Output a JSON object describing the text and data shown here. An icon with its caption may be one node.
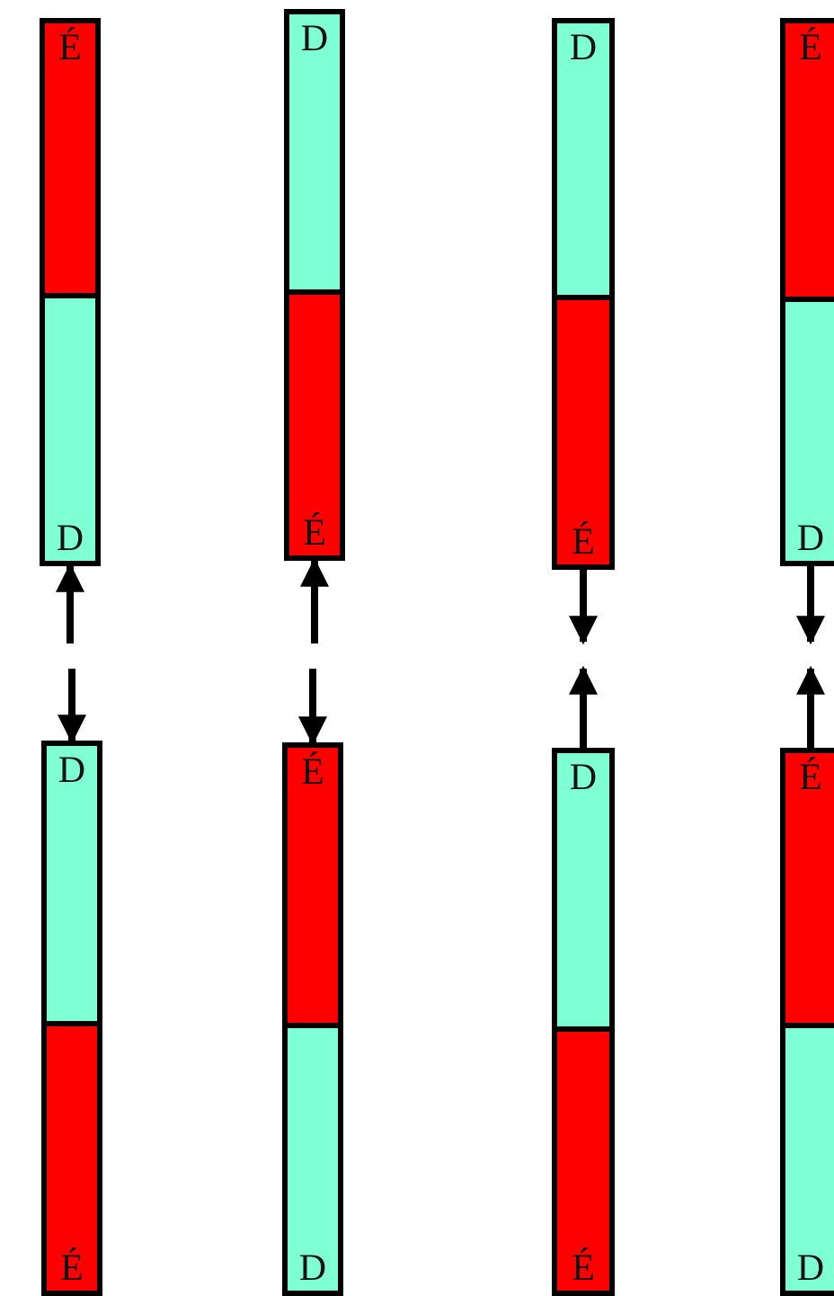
{
  "diagram": {
    "nodes": [
      {
        "text": [],
        "shape": "bar"
      },
      {
        "text": [
          "É"
        ],
        "in": 0
      },
      {
        "text": [
          "D"
        ],
        "in": 0
      },
      {
        "text": [],
        "shape": "bar"
      },
      {
        "text": [
          "D"
        ],
        "in": 3
      },
      {
        "text": [
          "É"
        ],
        "in": 3
      },
      {
        "text": [],
        "shape": "bar"
      },
      {
        "text": [
          "D"
        ],
        "in": 6
      },
      {
        "text": [
          "É"
        ],
        "in": 6
      },
      {
        "text": [],
        "shape": "bar"
      },
      {
        "text": [
          "É"
        ],
        "in": 9
      },
      {
        "text": [
          "D"
        ],
        "in": 9
      },
      {
        "text": [],
        "shape": "bar"
      },
      {
        "text": [
          "D"
        ],
        "in": 12
      },
      {
        "text": [
          "É"
        ],
        "in": 12
      },
      {
        "text": [],
        "shape": "bar"
      },
      {
        "text": [
          "É"
        ],
        "in": 15
      },
      {
        "text": [
          "D"
        ],
        "in": 15
      },
      {
        "text": [],
        "shape": "bar"
      },
      {
        "text": [
          "D"
        ],
        "in": 18
      },
      {
        "text": [
          "É"
        ],
        "in": 18
      },
      {
        "text": [],
        "shape": "bar"
      },
      {
        "text": [
          "É"
        ],
        "in": 21
      },
      {
        "text": [
          "D"
        ],
        "in": 21
      }
    ],
    "edges": [
      {
        "from": null,
        "to": 0,
        "arrow": "to"
      },
      {
        "from": null,
        "to": 12,
        "arrow": "to"
      },
      {
        "from": null,
        "to": 3,
        "arrow": "to"
      },
      {
        "from": null,
        "to": 15,
        "arrow": "to"
      },
      {
        "from": 6,
        "to": null,
        "arrow": "to"
      },
      {
        "from": 18,
        "to": null,
        "arrow": "to"
      },
      {
        "from": 9,
        "to": null,
        "arrow": "to"
      },
      {
        "from": 21,
        "to": null,
        "arrow": "to"
      }
    ]
  }
}
